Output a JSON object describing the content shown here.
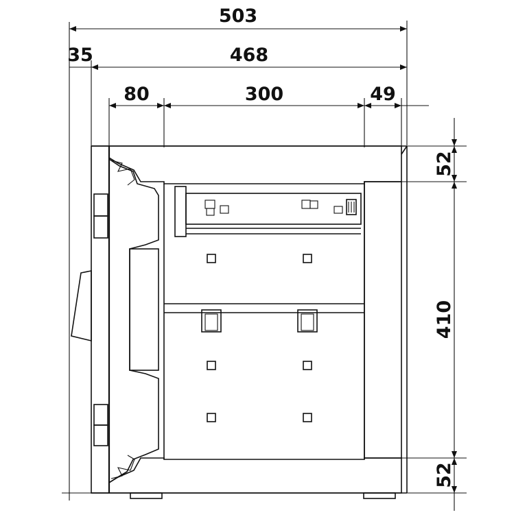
{
  "dimensions": {
    "overall_width": "503",
    "door_thickness": "35",
    "body_width": "468",
    "left_wall": "80",
    "interior_width": "300",
    "right_wall": "49",
    "top_wall": "52",
    "interior_height": "410",
    "bottom_wall": "52"
  },
  "colors": {
    "line": "#111111",
    "background": "#ffffff"
  }
}
